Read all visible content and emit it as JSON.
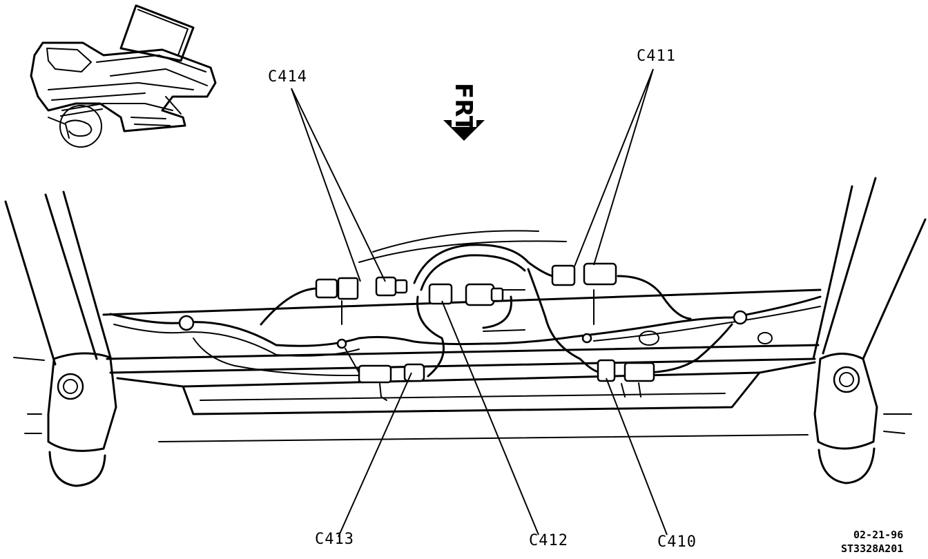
{
  "direction_label": "FRT",
  "connectors": {
    "c414": "C414",
    "c411": "C411",
    "c413": "C413",
    "c412": "C412",
    "c410": "C410"
  },
  "stamp": {
    "date": "02-21-96",
    "code": "ST3328A201"
  },
  "icons": [
    "front-direction-arrow-icon",
    "vehicle-locator-icon"
  ],
  "colors": {
    "ink": "#000000",
    "paper": "#ffffff"
  }
}
